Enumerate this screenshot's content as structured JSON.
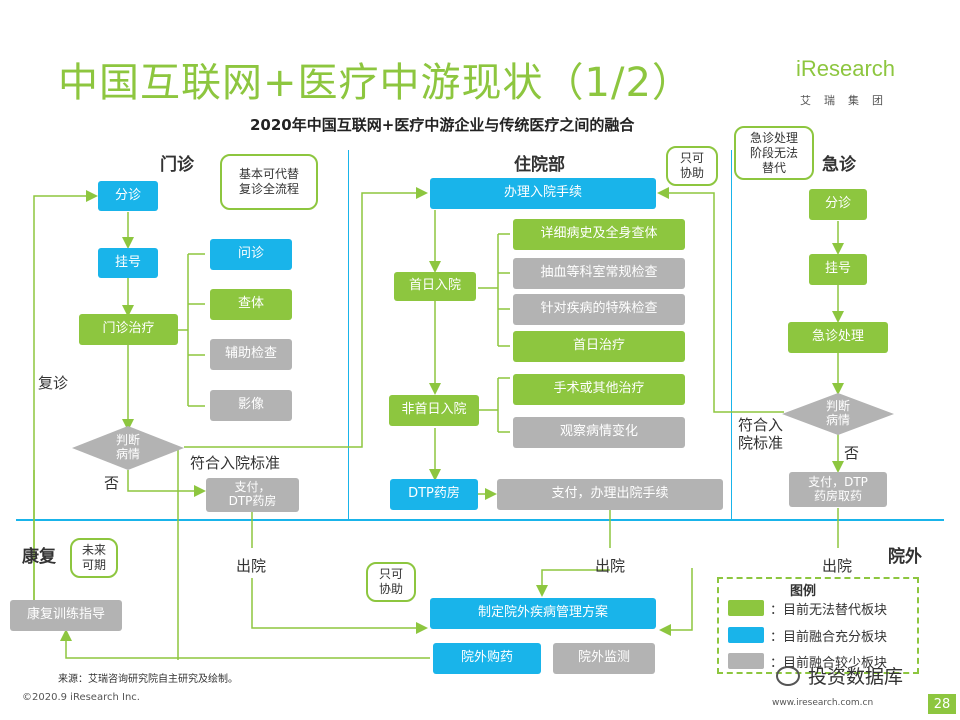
{
  "header": {
    "title": "中国互联网+医疗中游现状（1/2）",
    "subtitle": "2020年中国互联网+医疗中游企业与传统医疗之间的融合",
    "logo_text": "iResearch",
    "logo_sub": "艾瑞集团"
  },
  "sections": {
    "outpatient": "门诊",
    "inpatient": "住院部",
    "emergency": "急诊",
    "rehab": "康复",
    "outside": "院外"
  },
  "callouts": {
    "outpatient": "基本可代替\n复诊全流程",
    "inpatient": "只可\n协助",
    "emergency": "急诊处理\n阶段无法\n替代",
    "rehab": "未来\n可期",
    "outside": "只可\n协助"
  },
  "outpatient": {
    "triage": "分诊",
    "register": "挂号",
    "treat": "门诊治疗",
    "consult": "问诊",
    "exam": "查体",
    "aux": "辅助检查",
    "imaging": "影像",
    "judge": "判断\n病情",
    "no": "否",
    "criteria": "符合入院标准",
    "pay": "支付，\nDTP药房",
    "revisit": "复诊",
    "discharge": "出院"
  },
  "inpatient": {
    "admission": "办理入院手续",
    "first_day": "首日入院",
    "non_first": "非首日入院",
    "history": "详细病史及全身查体",
    "blood": "抽血等科室常规检查",
    "special": "针对疾病的特殊检查",
    "day_treat": "首日治疗",
    "surgery": "手术或其他治疗",
    "observe": "观察病情变化",
    "dtp": "DTP药房",
    "pay_discharge": "支付，办理出院手续",
    "discharge": "出院"
  },
  "emergency": {
    "triage": "分诊",
    "register": "挂号",
    "handle": "急诊处理",
    "judge": "判断\n病情",
    "no": "否",
    "criteria": "符合入\n院标准",
    "pay": "支付，DTP\n药房取药",
    "discharge": "出院"
  },
  "outside": {
    "plan": "制定院外疾病管理方案",
    "purchase": "院外购药",
    "monitor": "院外监测"
  },
  "rehab": {
    "training": "康复训练指导"
  },
  "legend": {
    "title": "图例",
    "green": "：目前无法替代板块",
    "blue": "：目前融合充分板块",
    "gray": "：目前融合较少板块",
    "colors": {
      "green": "#8dc63f",
      "blue": "#19b4ea",
      "gray": "#b3b3b3"
    }
  },
  "footer": {
    "source": "来源：艾瑞咨询研究院自主研究及绘制。",
    "copyright": "©2020.9 iResearch Inc.",
    "website": "www.iresearch.com.cn",
    "page": "28",
    "watermark": "投资数据库"
  }
}
